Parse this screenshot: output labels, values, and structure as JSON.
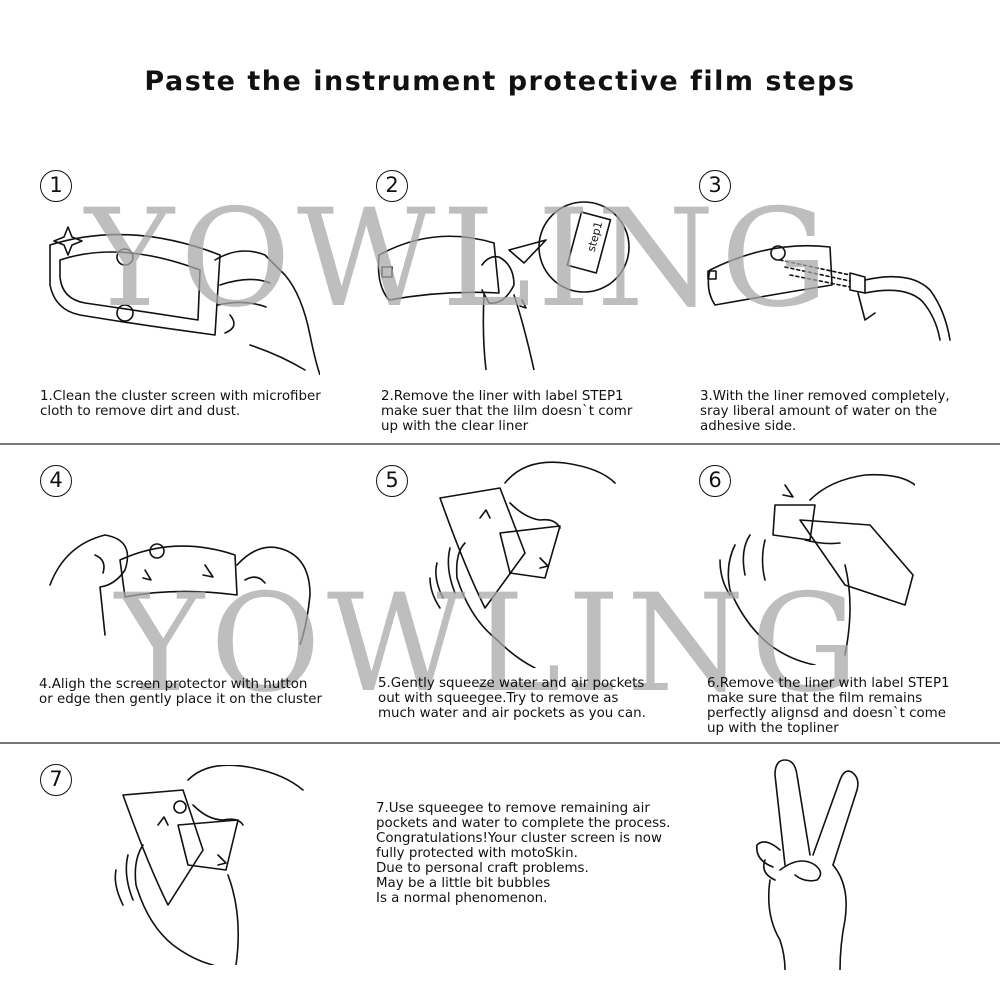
{
  "title": "Paste the instrument protective film steps",
  "watermark": "YOWLING",
  "sticker_label": "step1",
  "steps": [
    {
      "num": "1",
      "caption": "1.Clean the cluster screen with microfiber\ncloth to remove dirt and dust."
    },
    {
      "num": "2",
      "caption": "2.Remove the liner with label STEP1\nmake suer that the lilm doesn`t comr\nup with the clear liner"
    },
    {
      "num": "3",
      "caption": "3.With the liner removed completely,\nsray liberal amount of water on the\nadhesive side."
    },
    {
      "num": "4",
      "caption": "4.Aligh the screen protector with hutton\nor edge then gently place it on the cluster"
    },
    {
      "num": "5",
      "caption": "5.Gently squeeze water and air pockets\nout with squeegee.Try to remove as\nmuch water and air pockets as you can."
    },
    {
      "num": "6",
      "caption": "6.Remove the liner with label STEP1\nmake sure that the film remains\nperfectly alignsd and doesn`t come\nup with the topliner"
    },
    {
      "num": "7",
      "caption": "7.Use squeegee to remove remaining air\npockets and water to complete the process.\nCongratulations!Your cluster screen is now\nfully protected with motoSkin.\nDue to personal craft problems.\nMay be a little bit bubbles\nIs a normal phenomenon."
    }
  ]
}
